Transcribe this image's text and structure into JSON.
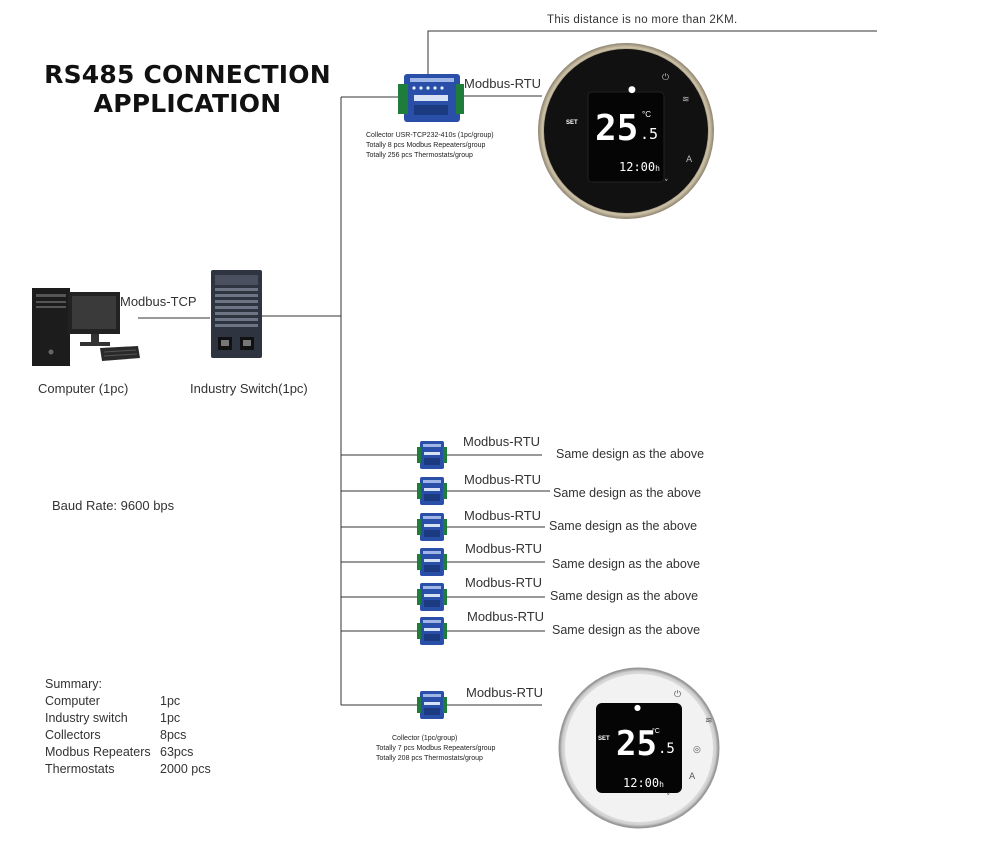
{
  "title_line1": "RS485 CONNECTION",
  "title_line2": "APPLICATION",
  "distance_note": "This distance is no more than 2KM.",
  "computer_label": "Computer (1pc)",
  "switch_label": "Industry Switch(1pc)",
  "modbus_tcp": "Modbus-TCP",
  "modbus_rtu": "Modbus-RTU",
  "collector_top": {
    "line1": "Collector USR-TCP232-410s (1pc/group)",
    "line2": "Totally 8 pcs Modbus Repeaters/group",
    "line3": "Totally 256 pcs Thermostats/group"
  },
  "collector_bottom": {
    "line1": "Collector (1pc/group)",
    "line2": "Totally 7 pcs Modbus Repeaters/group",
    "line3": "Totally 208 pcs Thermostats/group"
  },
  "same_design": "Same design as the above",
  "baud_rate": "Baud Rate: 9600 bps",
  "summary": {
    "heading": "Summary:",
    "rows": [
      {
        "name": "Computer",
        "qty": "1pc"
      },
      {
        "name": "Industry switch",
        "qty": "1pc"
      },
      {
        "name": "Collectors",
        "qty": "8pcs"
      },
      {
        "name": "Modbus Repeaters",
        "qty": "63pcs"
      },
      {
        "name": "Thermostats",
        "qty": "2000 pcs"
      }
    ]
  },
  "thermostat": {
    "temp_main": "25",
    "temp_dec": ".5",
    "unit": "°C",
    "time": "12:00",
    "time_suffix": "h",
    "set": "SET"
  },
  "colors": {
    "line": "#333333",
    "collector_blue": "#2a4fa8",
    "thermo_black": "#111111",
    "thermo_white": "#f2f2f2"
  }
}
